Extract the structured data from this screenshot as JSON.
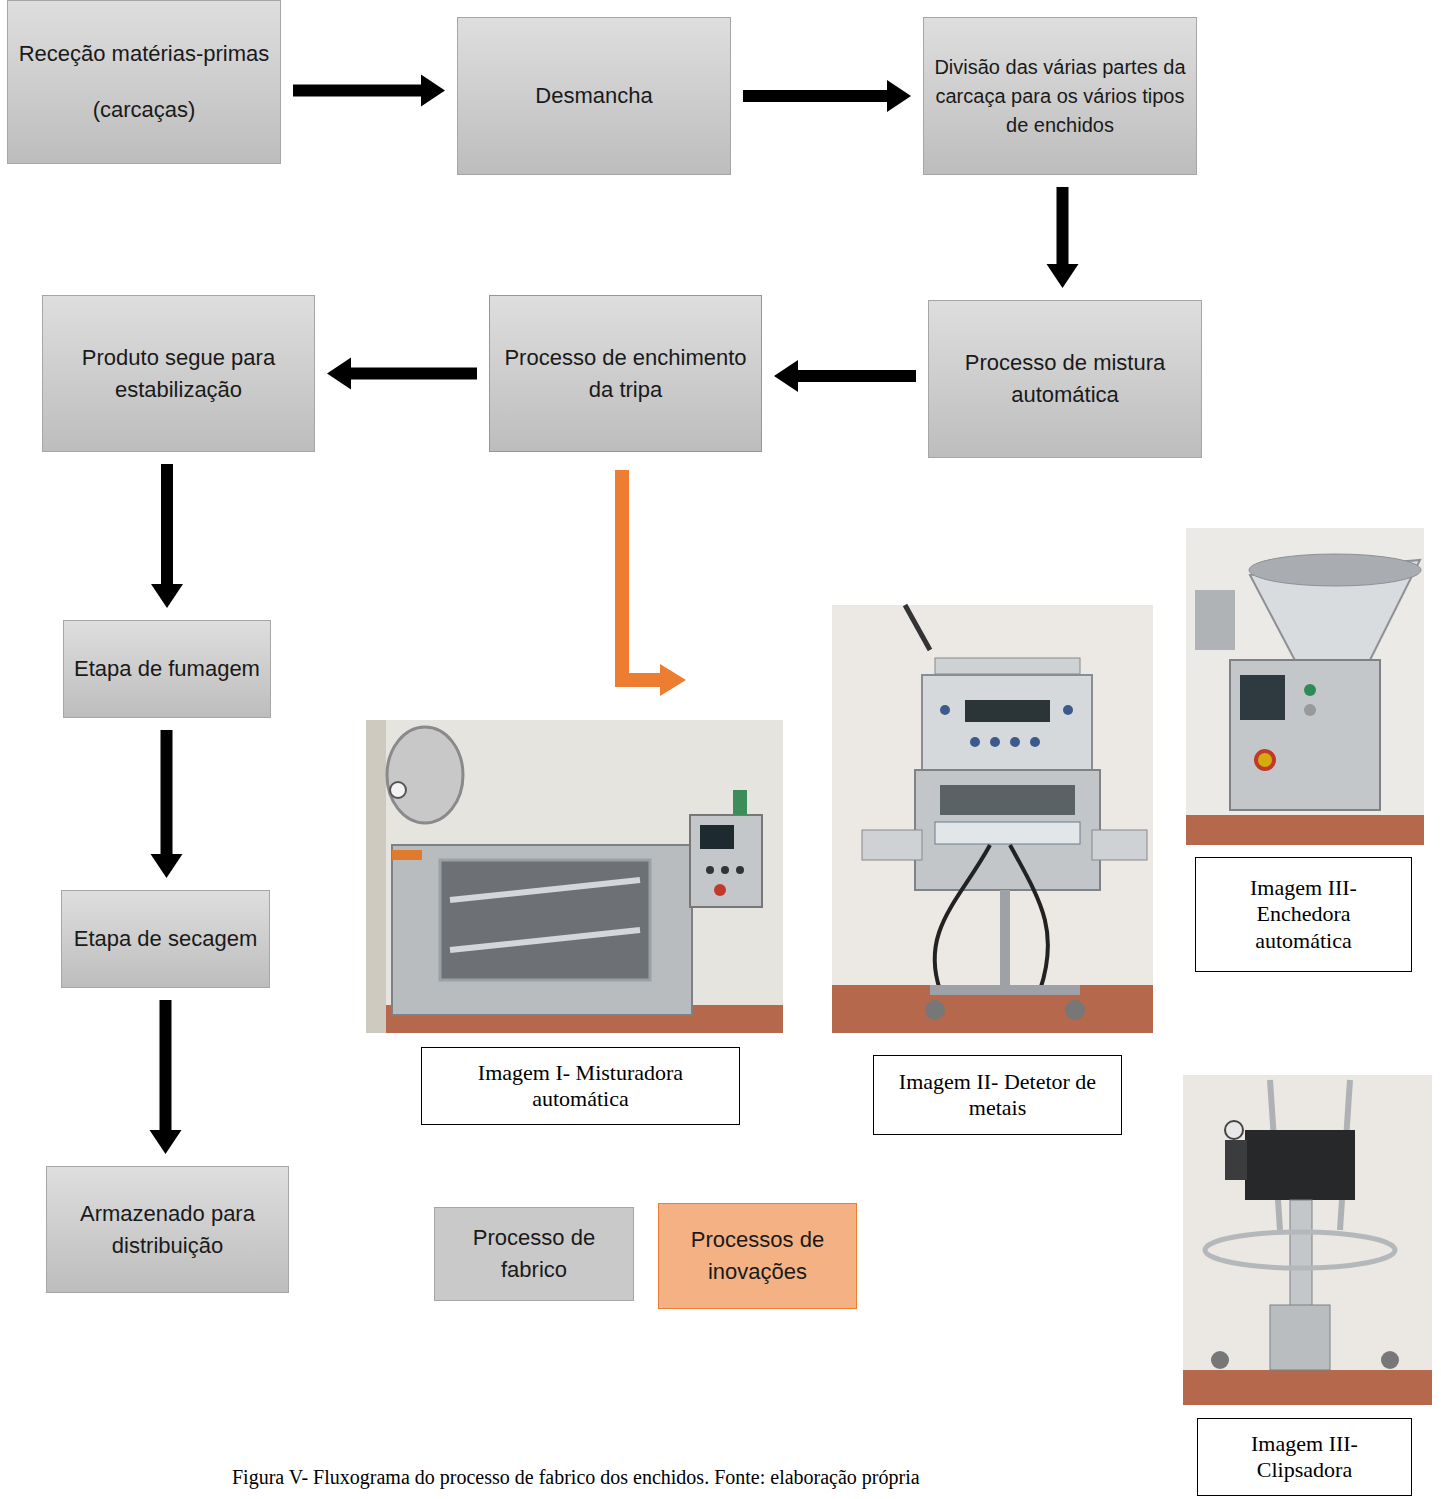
{
  "diagram": {
    "caption": "Figura V- Fluxograma do processo de fabrico dos enchidos. Fonte: elaboração própria",
    "nodes": [
      {
        "text": [
          "Receção matérias-primas",
          "(carcaças)"
        ]
      },
      {
        "text": [
          "Desmancha"
        ]
      },
      {
        "text": [
          "Divisão das várias partes da carcaça para os vários tipos de enchidos"
        ]
      },
      {
        "text": [
          "Processo de mistura automática"
        ]
      },
      {
        "text": [
          "Processo de enchimento da tripa"
        ]
      },
      {
        "text": [
          "Produto segue para estabilização"
        ]
      },
      {
        "text": [
          "Etapa de fumagem"
        ]
      },
      {
        "text": [
          "Etapa de secagem"
        ]
      },
      {
        "text": [
          "Armazenado para distribuição"
        ]
      },
      {
        "text": [
          "Imagem I- Misturadora automática"
        ]
      },
      {
        "text": [
          "Imagem II- Detetor de metais"
        ]
      },
      {
        "text": [
          "Imagem III- Enchedora automática"
        ]
      },
      {
        "text": [
          "Imagem III- Clipsadora"
        ]
      }
    ],
    "edges": [
      {
        "from": 0,
        "to": 1,
        "arrow": "to"
      },
      {
        "from": 1,
        "to": 2,
        "arrow": "to"
      },
      {
        "from": 2,
        "to": 3,
        "arrow": "to"
      },
      {
        "from": 3,
        "to": 4,
        "arrow": "to"
      },
      {
        "from": 4,
        "to": 5,
        "arrow": "to"
      },
      {
        "from": 5,
        "to": 6,
        "arrow": "to"
      },
      {
        "from": 6,
        "to": 7,
        "arrow": "to"
      },
      {
        "from": 7,
        "to": 8,
        "arrow": "to"
      }
    ],
    "legend": [
      {
        "text": "Processo de fabrico",
        "color": "#c9c9c9"
      },
      {
        "text": "Processos de inovações",
        "color": "#f4b183"
      }
    ]
  }
}
